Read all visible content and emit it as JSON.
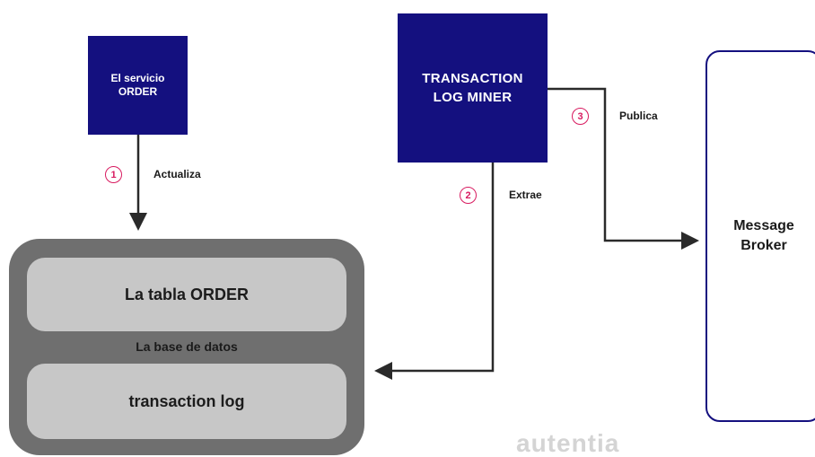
{
  "nodes": {
    "order_service": "El servicio\nORDER",
    "transaction_log_miner": "TRANSACTION\nLOG MINER",
    "message_broker": "Message\nBroker",
    "database": {
      "label": "La base de datos",
      "order_table": "La tabla ORDER",
      "transaction_log": "transaction log"
    }
  },
  "steps": [
    {
      "number": "1",
      "label": "Actualiza"
    },
    {
      "number": "2",
      "label": "Extrae"
    },
    {
      "number": "3",
      "label": "Publica"
    }
  ],
  "watermark": "autentia",
  "colors": {
    "navy": "#14107f",
    "step": "#d81b60",
    "db_outer": "#6f6f6f",
    "db_inner": "#c7c7c7"
  }
}
